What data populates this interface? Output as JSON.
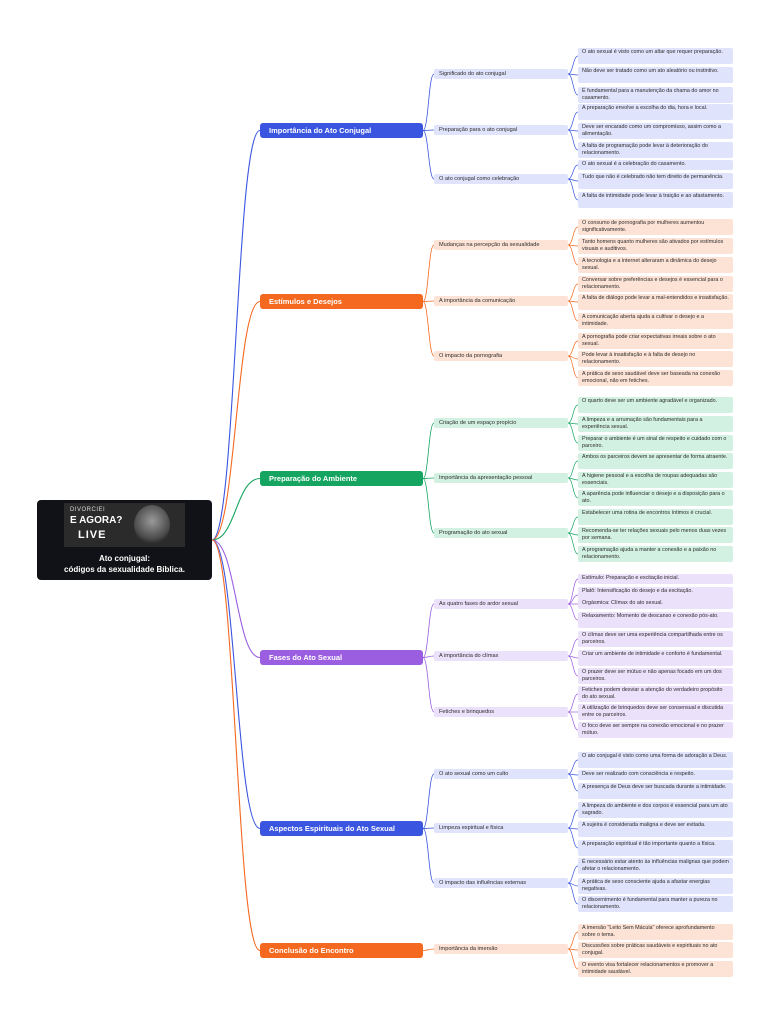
{
  "root": {
    "thumbnail_line1": "DIVORCIEI",
    "thumbnail_line2": "E AGORA?",
    "thumbnail_line3": "LIVE",
    "title": "Ato conjugal:\ncódigos da sexualidade Bíblica."
  },
  "colors": {
    "blue": {
      "main": "#3a55e0",
      "soft": "#dfe3fb"
    },
    "orange": {
      "main": "#f5681f",
      "soft": "#fde3d6"
    },
    "green": {
      "main": "#16a561",
      "soft": "#d3f1e2"
    },
    "purple": {
      "main": "#9b5ee0",
      "soft": "#ece1fa"
    },
    "root": "#111217"
  },
  "branches": [
    {
      "label": "Importância do Ato Conjugal",
      "color": "blue",
      "subtopics": [
        {
          "label": "Significado do ato conjugal",
          "details": [
            "O ato sexual é visto como um altar que requer preparação.",
            "Não deve ser tratado como um ato aleatório ou instintivo.",
            "É fundamental para a manutenção da chama do amor no casamento."
          ]
        },
        {
          "label": "Preparação para o ato conjugal",
          "details": [
            "A preparação envolve a escolha do dia, hora e local.",
            "Deve ser encarado como um compromisso, assim como a alimentação.",
            "A falta de programação pode levar à deterioração do relacionamento."
          ]
        },
        {
          "label": "O ato conjugal como celebração",
          "details": [
            "O ato sexual é a celebração do casamento.",
            "Tudo que não é celebrado não tem direito de permanência.",
            "A falta de intimidade pode levar à traição e ao afastamento."
          ]
        }
      ]
    },
    {
      "label": "Estímulos e Desejos",
      "color": "orange",
      "subtopics": [
        {
          "label": "Mudanças na percepção da sexualidade",
          "details": [
            "O consumo de pornografia por mulheres aumentou significativamente.",
            "Tanto homens quanto mulheres são ativados por estímulos visuais e auditivos.",
            "A tecnologia e a internet alteraram a dinâmica do desejo sexual."
          ]
        },
        {
          "label": "A importância da comunicação",
          "details": [
            "Conversar sobre preferências e desejos é essencial para o relacionamento.",
            "A falta de diálogo pode levar a mal-entendidos e insatisfação.",
            "A comunicação aberta ajuda a cultivar o desejo e a intimidade."
          ]
        },
        {
          "label": "O impacto da pornografia",
          "details": [
            "A pornografia pode criar expectativas irreais sobre o ato sexual.",
            "Pode levar à insatisfação e à falta de desejo no relacionamento.",
            "A prática de sexo saudável deve ser baseada na conexão emocional, não em fetiches."
          ]
        }
      ]
    },
    {
      "label": "Preparação do Ambiente",
      "color": "green",
      "subtopics": [
        {
          "label": "Criação de um espaço propício",
          "details": [
            "O quarto deve ser um ambiente agradável e organizado.",
            "A limpeza e a arrumação são fundamentais para a experiência sexual.",
            "Preparar o ambiente é um sinal de respeito e cuidado com o parceiro."
          ]
        },
        {
          "label": "Importância da apresentação pessoal",
          "details": [
            "Ambos os parceiros devem se apresentar de forma atraente.",
            "A higiene pessoal e a escolha de roupas adequadas são essenciais.",
            "A aparência pode influenciar o desejo e a disposição para o ato."
          ]
        },
        {
          "label": "Programação do ato sexual",
          "details": [
            "Estabelecer uma rotina de encontros íntimos é crucial.",
            "Recomenda-se ter relações sexuais pelo menos duas vezes por semana.",
            "A programação ajuda a manter a conexão e a paixão no relacionamento."
          ]
        }
      ]
    },
    {
      "label": "Fases do Ato Sexual",
      "color": "purple",
      "subtopics": [
        {
          "label": "As quatro fases do ardor sexual",
          "details": [
            "Estímulo: Preparação e excitação inicial.",
            "Platô: Intensificação do desejo e da excitação.",
            "Orgásmica: Clímax do ato sexual.",
            "Relaxamento: Momento de descanso e conexão pós-ato."
          ]
        },
        {
          "label": "A importância do clímax",
          "details": [
            "O clímax deve ser uma experiência compartilhada entre os parceiros.",
            "Criar um ambiente de intimidade e conforto é fundamental.",
            "O prazer deve ser mútuo e não apenas focado em um dos parceiros."
          ]
        },
        {
          "label": "Fetiches e brinquedos",
          "details": [
            "Fetiches podem desviar a atenção do verdadeiro propósito do ato sexual.",
            "A utilização de brinquedos deve ser consensual e discutida entre os parceiros.",
            "O foco deve ser sempre na conexão emocional e no prazer mútuo."
          ]
        }
      ]
    },
    {
      "label": "Aspectos Espirituais do Ato Sexual",
      "color": "blue",
      "subtopics": [
        {
          "label": "O ato sexual como um culto",
          "details": [
            "O ato conjugal é visto como uma forma de adoração a Deus.",
            "Deve ser realizado com consciência e respeito.",
            "A presença de Deus deve ser buscada durante a intimidade."
          ]
        },
        {
          "label": "Limpeza espiritual e física",
          "details": [
            "A limpeza do ambiente e dos corpos é essencial para um ato sagrado.",
            "A sujeira é considerada maligna e deve ser evitada.",
            "A preparação espiritual é tão importante quanto a física."
          ]
        },
        {
          "label": "O impacto das influências externas",
          "details": [
            "É necessário estar atento às influências malignas que podem afetar o relacionamento.",
            "A prática de sexo consciente ajuda a afastar energias negativas.",
            "O discernimento é fundamental para manter a pureza no relacionamento."
          ]
        }
      ]
    },
    {
      "label": "Conclusão do Encontro",
      "color": "orange",
      "subtopics": [
        {
          "label": "Importância da imersão",
          "details": [
            "A imersão \"Leito Sem Mácula\" oferece aprofundamento sobre o tema.",
            "Discussões sobre práticas saudáveis e espirituais no ato conjugal.",
            "O evento visa fortalecer relacionamentos e promover a intimidade saudável."
          ]
        }
      ]
    }
  ]
}
